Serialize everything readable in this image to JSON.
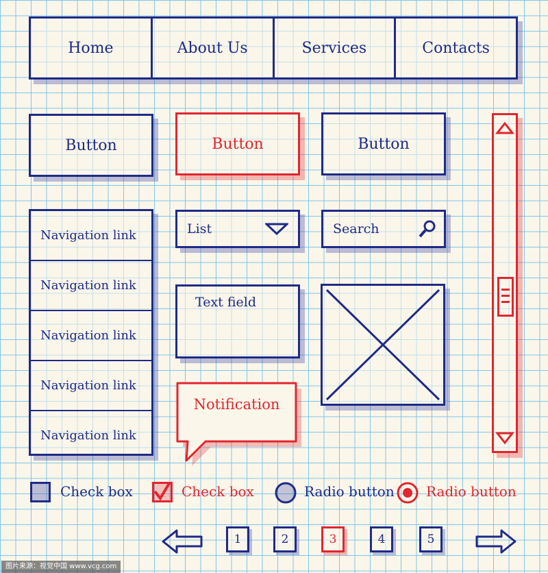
{
  "nav": {
    "tabs": [
      "Home",
      "About Us",
      "Services",
      "Contacts"
    ]
  },
  "buttons": {
    "button1": "Button",
    "button2": "Button",
    "button3": "Button"
  },
  "sidebar": {
    "links": [
      "Navigation link",
      "Navigation link",
      "Navigation link",
      "Navigation link",
      "Navigation link"
    ]
  },
  "list": {
    "label": "List"
  },
  "search": {
    "placeholder": "Search"
  },
  "textfield": {
    "placeholder": "Text field"
  },
  "notification": {
    "text": "Notification"
  },
  "controls": {
    "checkbox1": "Check box",
    "checkbox2": "Check box",
    "radio1": "Radio button",
    "radio2": "Radio button"
  },
  "pagination": {
    "pages": [
      "1",
      "2",
      "3",
      "4",
      "5"
    ],
    "current": "3"
  },
  "watermark": "图片来源：视觉中国 www.vcg.com",
  "colors": {
    "ink_blue": "#1f2a86",
    "ink_red": "#e0262f",
    "grid": "#7fc6e8",
    "paper": "#fbf6ea"
  }
}
